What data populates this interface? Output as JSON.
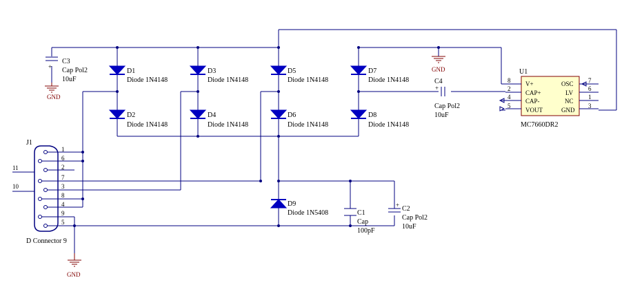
{
  "components": {
    "C3": {
      "ref": "C3",
      "type": "Cap Pol2",
      "value": "10uF"
    },
    "C4": {
      "ref": "C4",
      "type": "Cap Pol2",
      "value": "10uF"
    },
    "C1": {
      "ref": "C1",
      "type": "Cap",
      "value": "100pF"
    },
    "C2": {
      "ref": "C2",
      "type": "Cap Pol2",
      "value": "10uF"
    },
    "D1": {
      "ref": "D1",
      "type": "Diode 1N4148"
    },
    "D2": {
      "ref": "D2",
      "type": "Diode 1N4148"
    },
    "D3": {
      "ref": "D3",
      "type": "Diode 1N4148"
    },
    "D4": {
      "ref": "D4",
      "type": "Diode 1N4148"
    },
    "D5": {
      "ref": "D5",
      "type": "Diode 1N4148"
    },
    "D6": {
      "ref": "D6",
      "type": "Diode 1N4148"
    },
    "D7": {
      "ref": "D7",
      "type": "Diode 1N4148"
    },
    "D8": {
      "ref": "D8",
      "type": "Diode 1N4148"
    },
    "D9": {
      "ref": "D9",
      "type": "Diode 1N5408"
    },
    "U1": {
      "ref": "U1",
      "part": "MC7660DR2",
      "left_pins": [
        {
          "num": "8",
          "name": "V+"
        },
        {
          "num": "2",
          "name": "CAP+"
        },
        {
          "num": "4",
          "name": "CAP-"
        },
        {
          "num": "5",
          "name": "VOUT"
        }
      ],
      "right_pins": [
        {
          "num": "7",
          "name": "OSC"
        },
        {
          "num": "6",
          "name": "LV"
        },
        {
          "num": "1",
          "name": "NC"
        },
        {
          "num": "3",
          "name": "GND"
        }
      ]
    },
    "J1": {
      "ref": "J1",
      "name": "D Connector 9",
      "pins": [
        "1",
        "6",
        "2",
        "7",
        "3",
        "8",
        "4",
        "9",
        "5"
      ]
    }
  },
  "net_labels": {
    "gnd": "GND",
    "pin11": "11",
    "pin10": "10"
  },
  "colors": {
    "wire": "#000080",
    "diode": "#0000c0",
    "ground": "#800000",
    "ic_fill": "#ffffcc",
    "ic_outline": "#800000"
  }
}
